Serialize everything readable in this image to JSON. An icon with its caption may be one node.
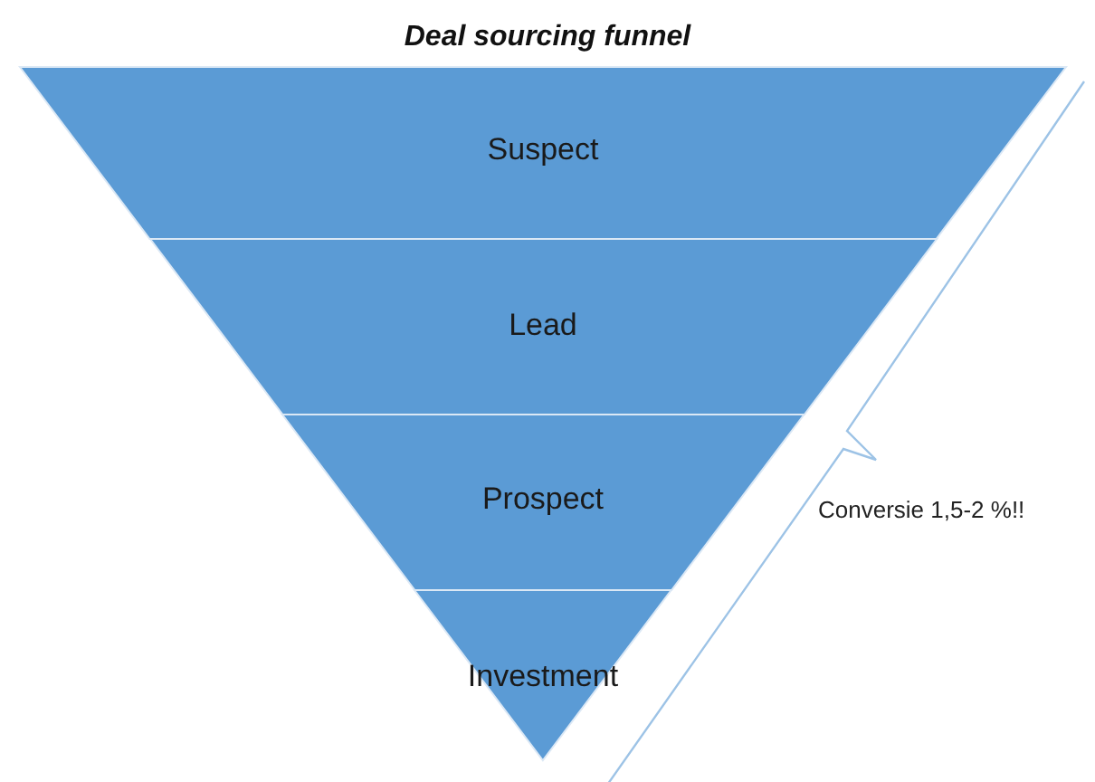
{
  "diagram": {
    "title": "Deal sourcing funnel",
    "nodes": [
      {
        "text": [
          "Suspect"
        ]
      },
      {
        "text": [
          "Lead"
        ]
      },
      {
        "text": [
          "Prospect"
        ]
      },
      {
        "text": [
          "Investment"
        ]
      }
    ],
    "labels": [
      "Conversie 1,5-2 %!!"
    ]
  }
}
